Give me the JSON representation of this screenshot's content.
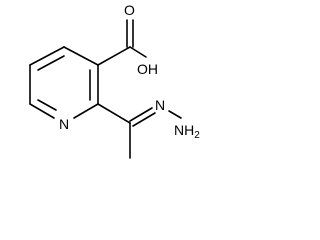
{
  "molecule": {
    "atoms": {
      "oh": "OH",
      "o": "O",
      "n_ring": "N",
      "n_imine": "N",
      "nh2": "NH",
      "nh2_sub": "2"
    }
  }
}
